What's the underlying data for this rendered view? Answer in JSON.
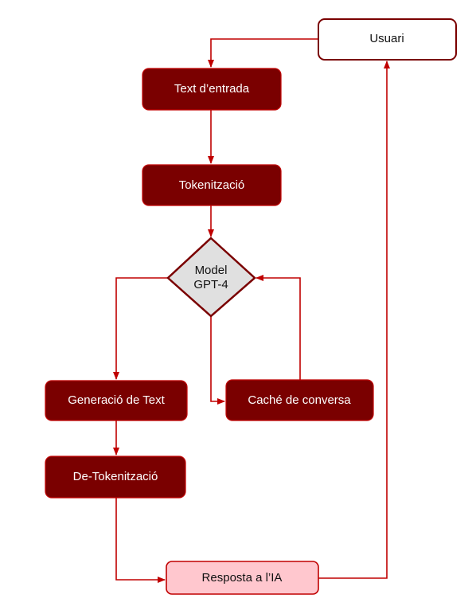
{
  "nodes": {
    "usuari": "Usuari",
    "text_entrada": "Text d’entrada",
    "tokenitzacio": "Tokenització",
    "model_line1": "Model",
    "model_line2": "GPT-4",
    "generacio": "Generació de Text",
    "cache": "Caché de conversa",
    "detokenitzacio": "De-Tokenització",
    "resposta": "Resposta a l’IA"
  },
  "colors": {
    "dark_fill": "#7a0000",
    "stroke": "#c00000",
    "diamond_fill": "#e0e0e0",
    "response_fill": "#ffc7ce",
    "user_fill": "#ffffff"
  }
}
